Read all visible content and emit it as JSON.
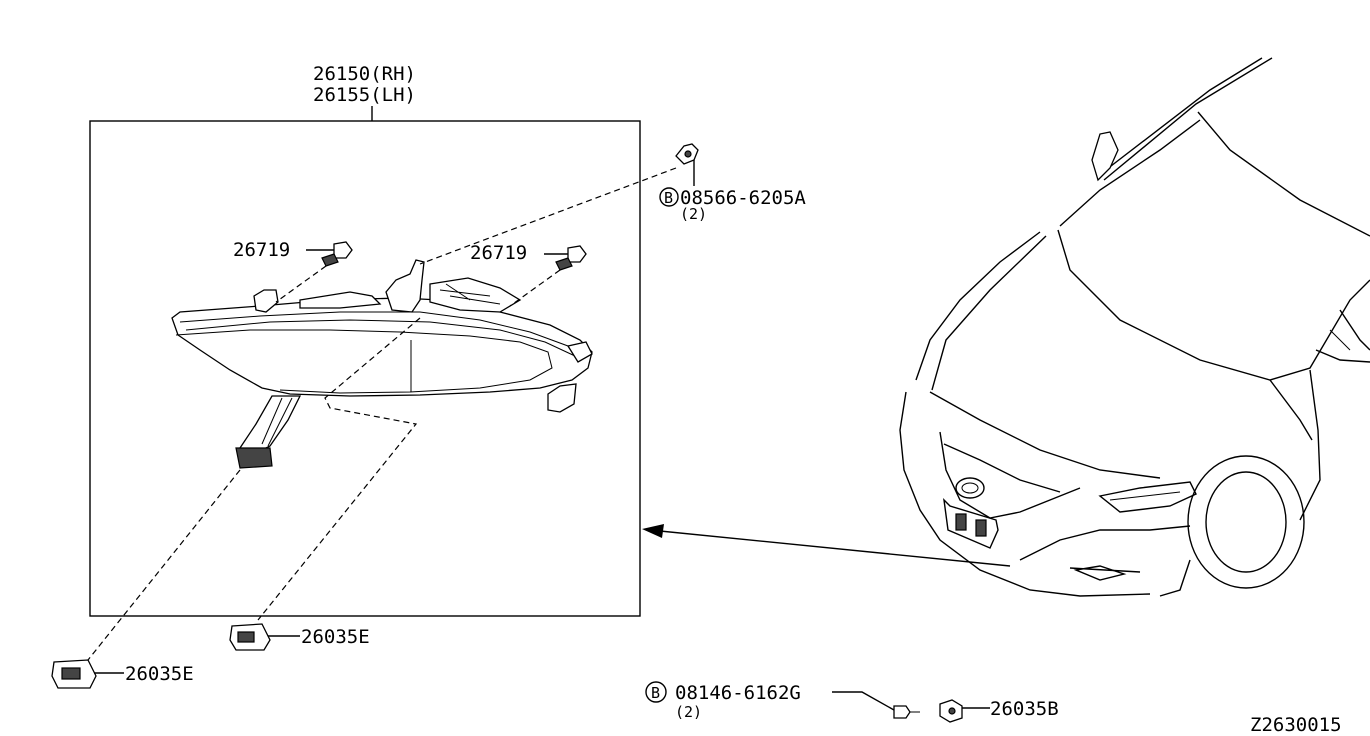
{
  "labels": {
    "lamp_rh": "26150(RH)",
    "lamp_lh": "26155(LH)",
    "bolt_top": "08566-6205A",
    "bolt_top_qty": "(2)",
    "bulb_left": "26719",
    "bulb_right": "26719",
    "socket_mid": "26035E",
    "socket_left": "26035E",
    "bolt_bottom": "08146-6162G",
    "bolt_bottom_qty": "(2)",
    "clip_bottom": "26035B",
    "diagram_id": "Z2630015",
    "circle_b_top": "B",
    "circle_b_bottom": "B"
  },
  "icons": [
    "bolt-icon",
    "bulb-icon",
    "socket-icon",
    "clip-icon",
    "car-front-icon",
    "fog-lamp-icon"
  ]
}
